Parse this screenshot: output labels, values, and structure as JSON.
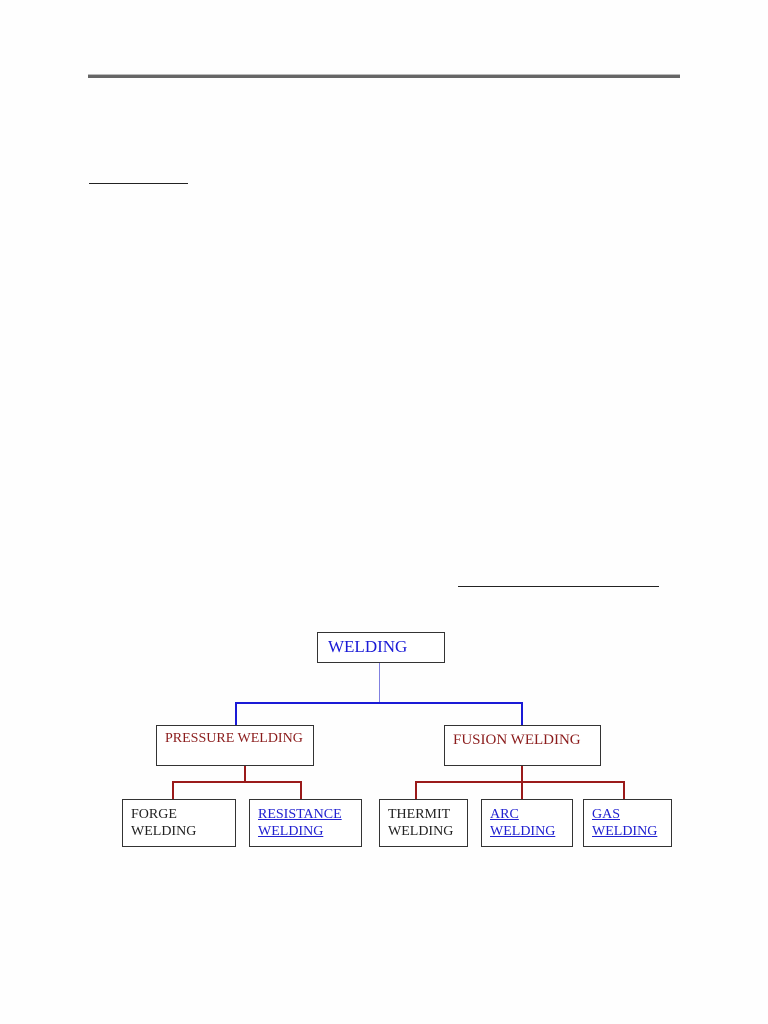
{
  "diagram": {
    "root": "WELDING",
    "pressure": "PRESSURE WELDING",
    "fusion": "FUSION WELDING",
    "forge": "FORGE WELDING",
    "resistance": "RESISTANCE WELDING",
    "thermit": "THERMIT WELDING",
    "arc": "ARC WELDING",
    "gas": "GAS WELDING"
  },
  "colors": {
    "blue": "#1a1ad6",
    "red": "#9a1a1a",
    "link": "#2020d0"
  }
}
